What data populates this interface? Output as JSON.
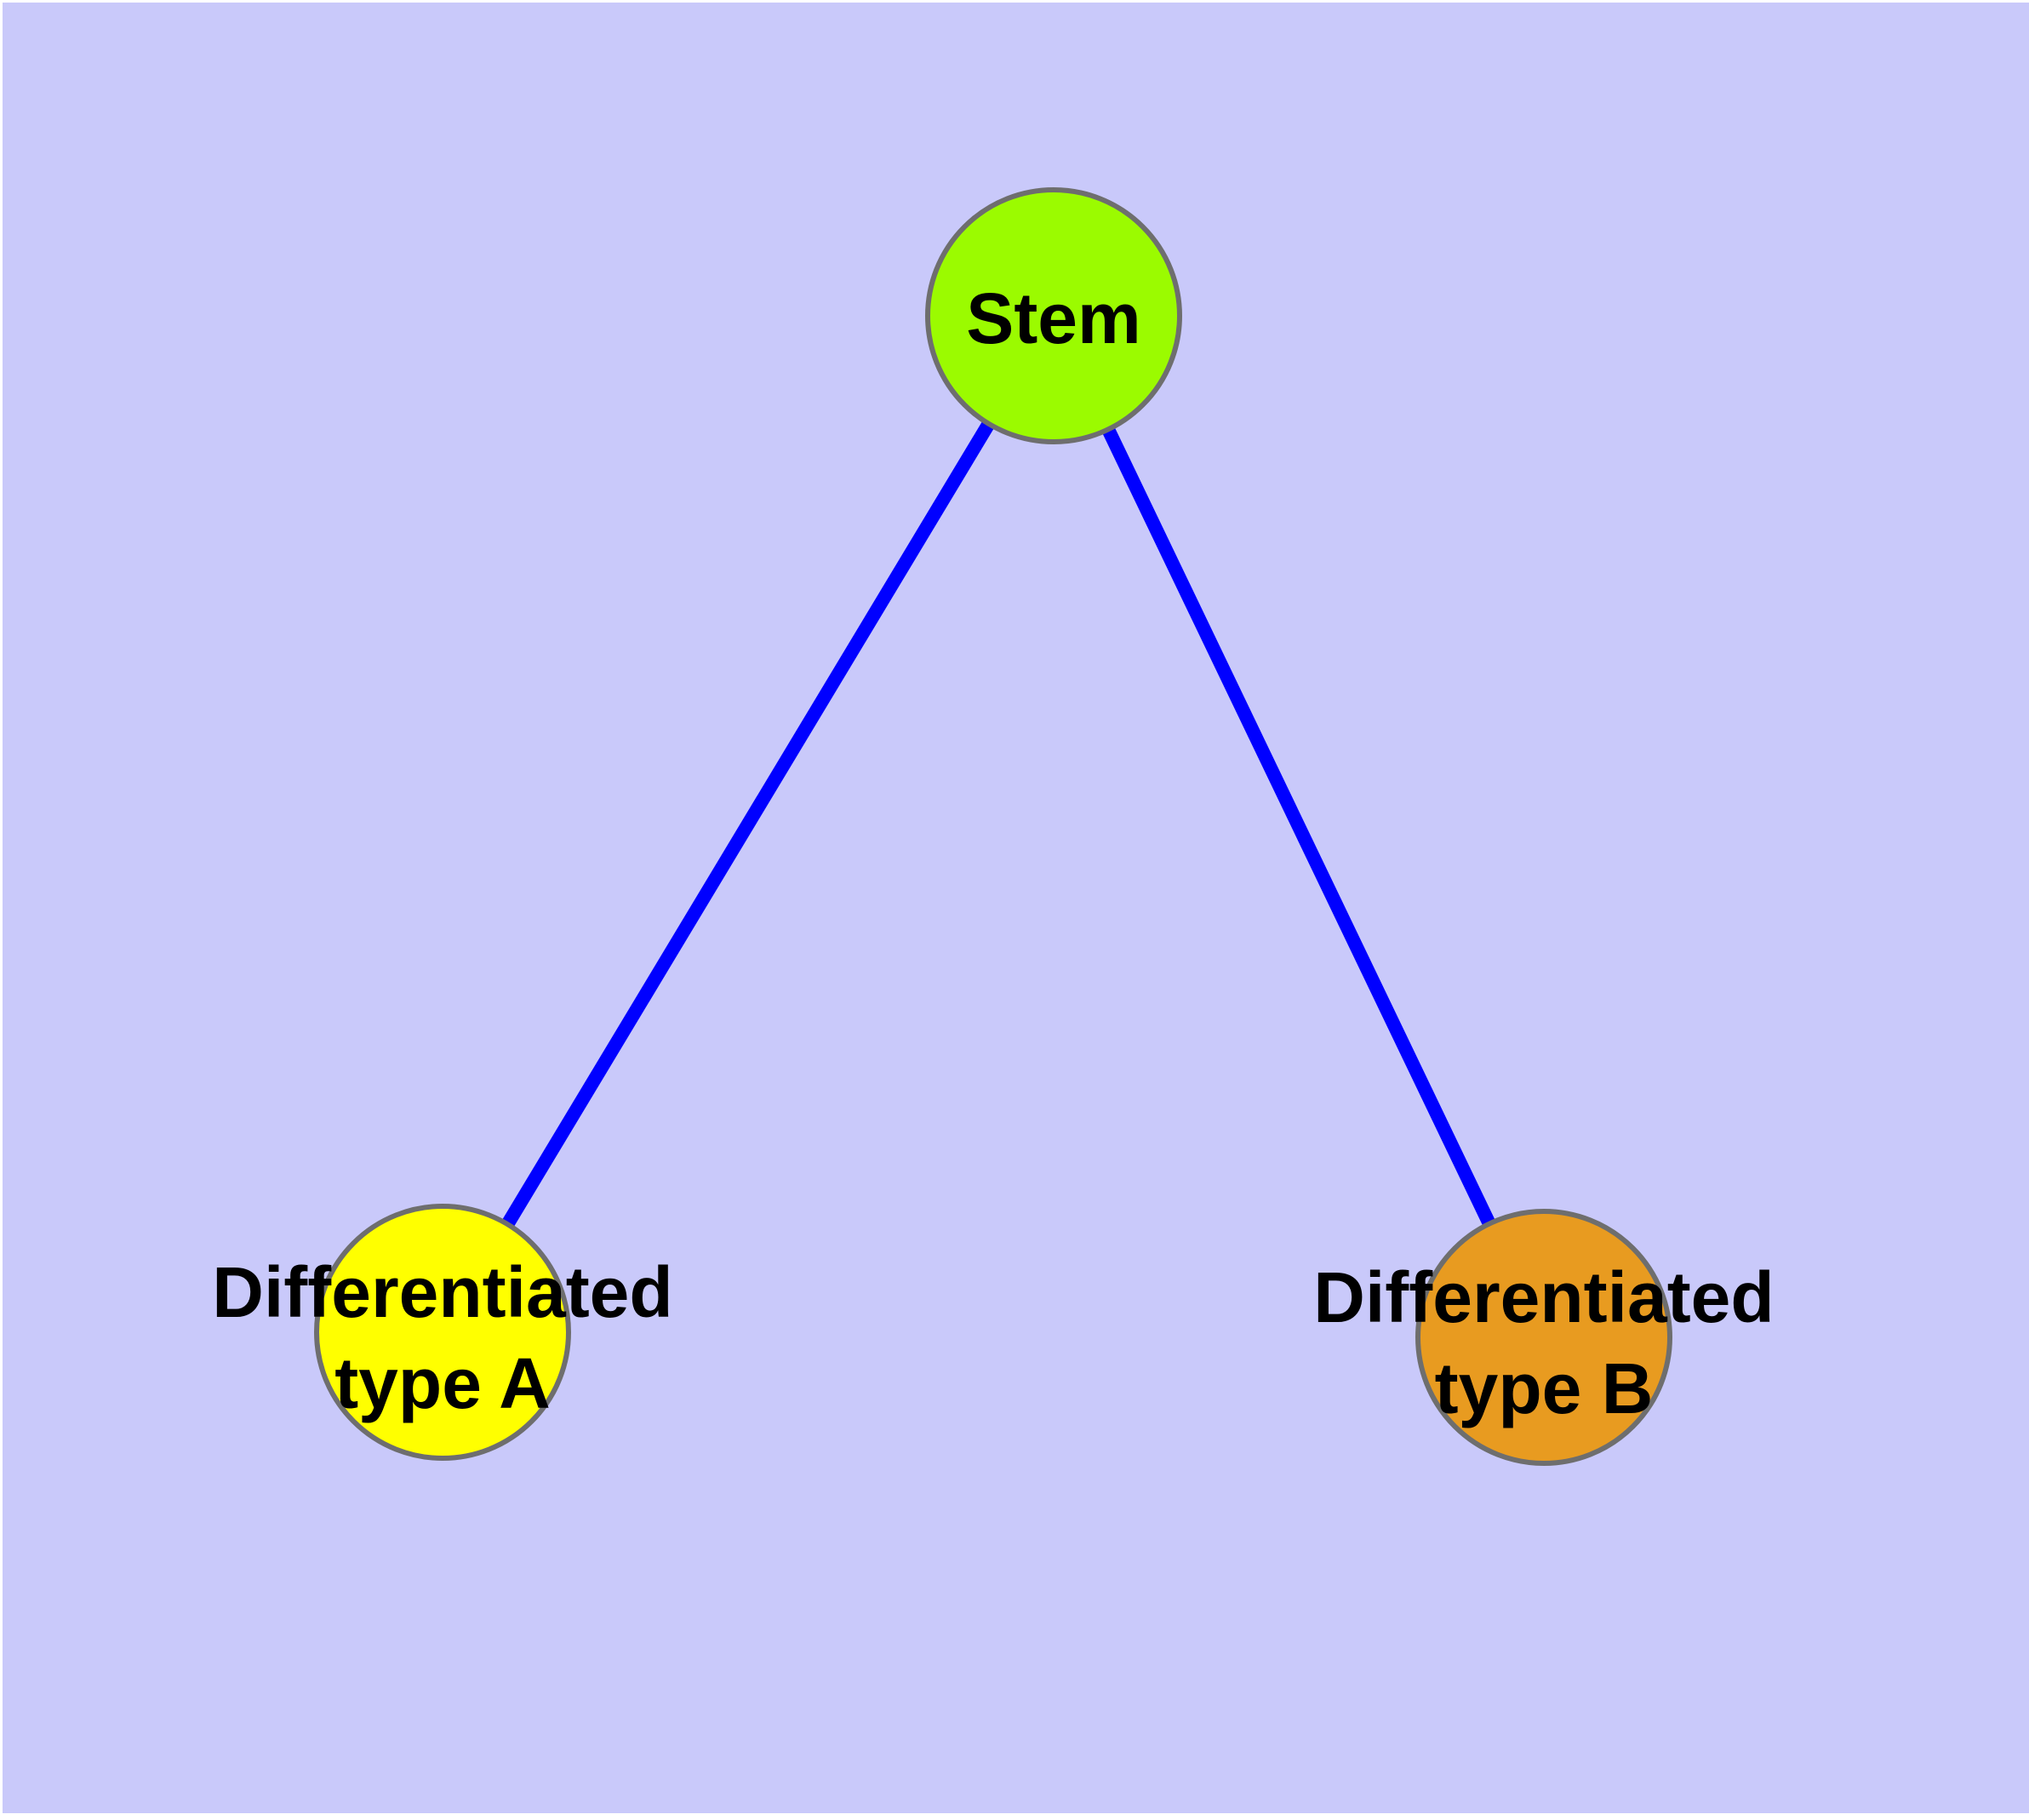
{
  "diagram": {
    "background_color": "#C9C9FA",
    "page_margin_color": "#FFFFFF",
    "edge_color": "#0000FF",
    "node_border_color": "#6E6E6E",
    "label_color": "#000000",
    "nodes": [
      {
        "id": "stem",
        "label": "Stem",
        "lines": [
          "Stem",
          ""
        ],
        "fill": "#9BFB00"
      },
      {
        "id": "differentiated-type-a",
        "label": "Differentiated type A",
        "lines": [
          "Differentiated",
          "type A"
        ],
        "fill": "#FFFF00"
      },
      {
        "id": "differentiated-type-b",
        "label": "Differentiated type B",
        "lines": [
          "Differentiated",
          "type B"
        ],
        "fill": "#E89B20"
      }
    ],
    "edges": [
      {
        "from": "stem",
        "to": "differentiated-type-a"
      },
      {
        "from": "stem",
        "to": "differentiated-type-b"
      }
    ]
  }
}
